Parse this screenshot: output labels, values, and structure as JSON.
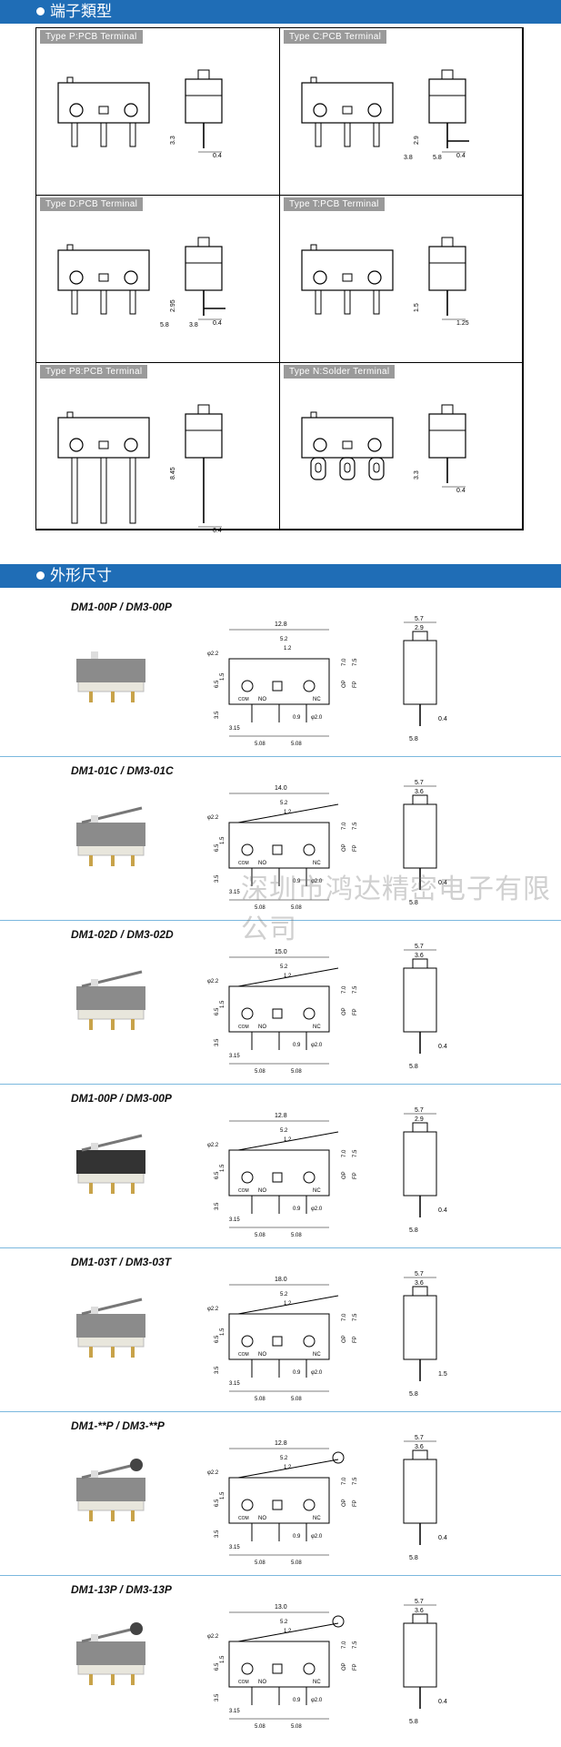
{
  "sections": {
    "terminals_heading": "端子類型",
    "dimensions_heading": "外形尺寸"
  },
  "terminals": [
    {
      "label": "Type P:PCB Terminal",
      "dims": [
        "3.3",
        "0.4"
      ]
    },
    {
      "label": "Type C:PCB Terminal",
      "dims": [
        "2.9",
        "0.4",
        "3.8",
        "5.8"
      ]
    },
    {
      "label": "Type D:PCB Terminal",
      "dims": [
        "2.95",
        "0.4",
        "5.8",
        "3.8"
      ]
    },
    {
      "label": "Type T:PCB Terminal",
      "dims": [
        "1.5",
        "1.25"
      ]
    },
    {
      "label": "Type P8:PCB Terminal",
      "dims": [
        "8.45",
        "0.4"
      ]
    },
    {
      "label": "Type N:Solder Terminal",
      "dims": [
        "3.3",
        "0.4"
      ]
    }
  ],
  "products": [
    {
      "model": "DM1-00P / DM3-00P",
      "body_color": "#8b8b8b",
      "top_dim": "12.8",
      "side_dims": [
        "5.7",
        "2.9",
        "0.4",
        "5.8"
      ]
    },
    {
      "model": "DM1-01C / DM3-01C",
      "body_color": "#8b8b8b",
      "top_dim": "14.0",
      "side_dims": [
        "5.7",
        "3.6",
        "0.4",
        "5.8"
      ]
    },
    {
      "model": "DM1-02D / DM3-02D",
      "body_color": "#8b8b8b",
      "top_dim": "15.0",
      "side_dims": [
        "5.7",
        "3.6",
        "0.4",
        "5.8"
      ]
    },
    {
      "model": "DM1-00P / DM3-00P",
      "body_color": "#333333",
      "top_dim": "12.8",
      "side_dims": [
        "5.7",
        "2.9",
        "0.4",
        "5.8"
      ]
    },
    {
      "model": "DM1-03T / DM3-03T",
      "body_color": "#8b8b8b",
      "top_dim": "18.0",
      "side_dims": [
        "5.7",
        "3.6",
        "1.5",
        "5.8"
      ]
    },
    {
      "model": "DM1-**P / DM3-**P",
      "body_color": "#8b8b8b",
      "top_dim": "12.8",
      "side_dims": [
        "5.7",
        "3.6",
        "0.4",
        "5.8"
      ]
    },
    {
      "model": "DM1-13P / DM3-13P",
      "body_color": "#8b8b8b",
      "top_dim": "13.0",
      "side_dims": [
        "5.7",
        "3.6",
        "0.4",
        "5.8"
      ]
    }
  ],
  "drawing_labels": {
    "phi22": "φ2.2",
    "phi20": "φ2.0",
    "d65": "6.5",
    "d15": "1.5",
    "d35": "3.5",
    "d315": "3.15",
    "d508": "5.08",
    "d09": "0.9",
    "d12": "1.2",
    "d52": "5.2",
    "nc": "NC",
    "no": "NO",
    "com": "COM",
    "op": "OP",
    "fp": "FP",
    "op_val": "7.0",
    "fp_val": "7.5"
  },
  "watermark": "深圳市鸿达精密电子有限公司"
}
